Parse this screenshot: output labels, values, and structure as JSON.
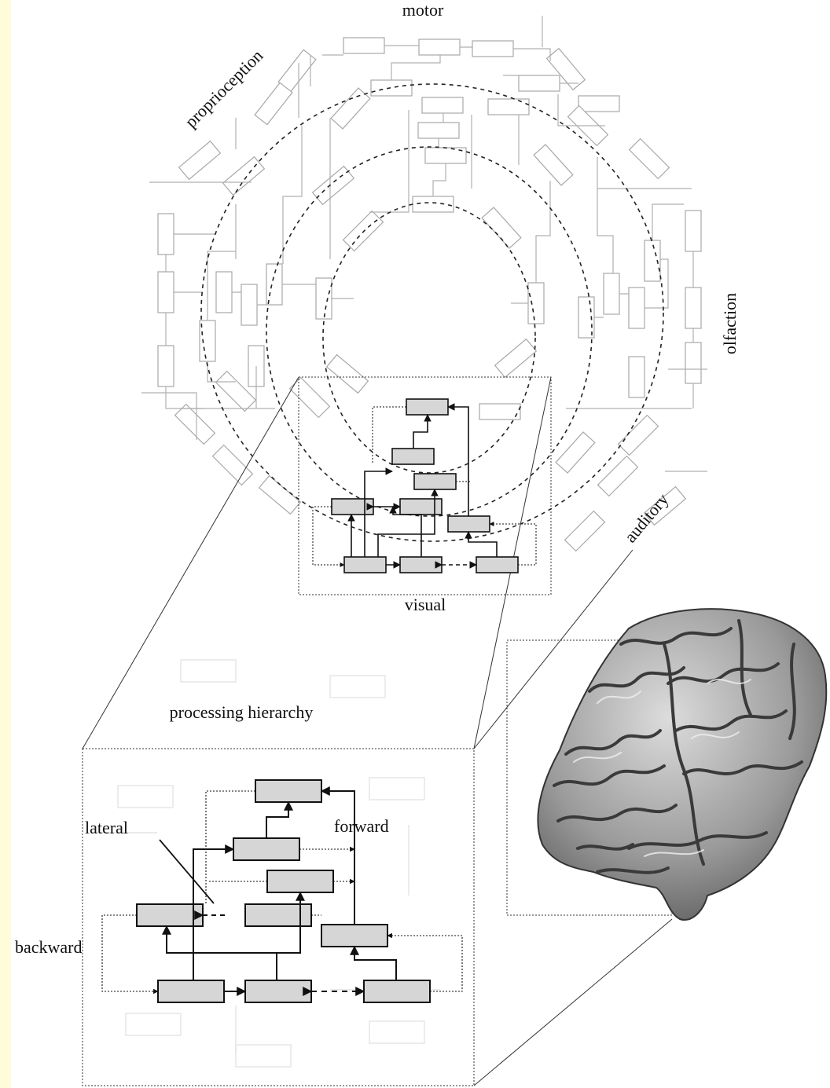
{
  "labels": {
    "motor": "motor",
    "proprioception": "proprioception",
    "olfaction": "olfaction",
    "auditory": "auditory",
    "visual": "visual",
    "processing_hierarchy": "processing hierarchy",
    "lateral": "lateral",
    "forward": "forward",
    "backward": "backward"
  },
  "colors": {
    "background_strip": "#fffcd9",
    "box_fill": "#d6d6d6",
    "grey_network": "#aaaaaa",
    "ink": "#111111"
  }
}
